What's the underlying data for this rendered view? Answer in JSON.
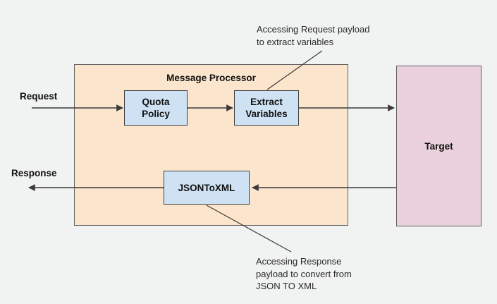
{
  "diagram": {
    "background_color": "#f1f2f2",
    "container": {
      "title": "Message Processor",
      "fill_color": "#fce5cd"
    },
    "nodes": {
      "quota_policy": {
        "label": "Quota\nPolicy",
        "fill_color": "#cfe2f3"
      },
      "extract_variables": {
        "label": "Extract\nVariables",
        "fill_color": "#cfe2f3"
      },
      "json_to_xml": {
        "label": "JSONToXML",
        "fill_color": "#cfe2f3"
      },
      "target": {
        "label": "Target",
        "fill_color": "#ead1dc"
      }
    },
    "flow_labels": {
      "request": "Request",
      "response": "Response"
    },
    "annotations": {
      "request_payload": "Accessing Request payload\nto extract variables",
      "response_payload": "Accessing Response\npayload to convert from\nJSON TO XML"
    },
    "line_color": "#3a3a3a"
  }
}
